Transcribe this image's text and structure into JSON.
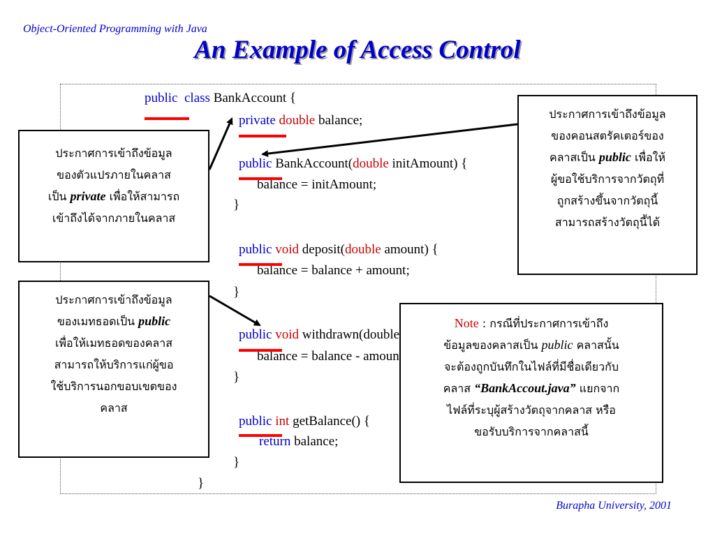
{
  "header": "Object-Oriented Programming with Java",
  "title": "An Example of Access Control",
  "footer": "Burapha University, 2001",
  "code": {
    "l1": {
      "kw1": "public",
      "kw2": "class",
      "rest": " BankAccount {"
    },
    "l2": {
      "kw": "private",
      "ty": "double",
      "rest": " balance;"
    },
    "l3": {
      "kw": "public",
      "rest1": " BankAccount(",
      "ty": "double",
      "rest2": " initAmount) {"
    },
    "l4": "balance = initAmount;",
    "l5": "}",
    "l6": {
      "kw": "public",
      "ty1": "void",
      "rest1": " deposit(",
      "ty2": "double",
      "rest2": " amount) {"
    },
    "l7": "balance = balance + amount;",
    "l8": "}",
    "l9": {
      "kw": "public",
      "ty": "void",
      "rest": " withdrawn(double amount) {"
    },
    "l10": "balance = balance - amount;",
    "l11": "}",
    "l12": {
      "kw": "public",
      "ty": "int",
      "rest": " getBalance() {"
    },
    "l13": {
      "kw": "return",
      "rest": " balance;"
    },
    "l14": "}",
    "l15": "}"
  },
  "callouts": {
    "private_var": {
      "line1": "ประกาศการเข้าถึงข้อมูล",
      "line2": "ของตัวแปรภายในคลาส",
      "line3_pre": "เป็น",
      "line3_kw": "private",
      "line3_post": "เพื่อให้สามารถ",
      "line4": "เข้าถึงได้จากภายในคลาส"
    },
    "public_method": {
      "line1": "ประกาศการเข้าถึงข้อมูล",
      "line2_pre": "ของเมทธอดเป็น",
      "line2_kw": "public",
      "line3": "เพื่อให้เมทธอดของคลาส",
      "line4": "สามารถให้บริการแก่ผู้ขอ",
      "line5": "ใช้บริการนอกขอบเขตของ",
      "line6": "คลาส"
    },
    "public_ctor": {
      "line1": "ประกาศการเข้าถึงข้อมูล",
      "line2": "ของคอนสตรัคเตอร์ของ",
      "line3_pre": "คลาสเป็น",
      "line3_kw": "public",
      "line3_post": "เพื่อให้",
      "line4": "ผู้ขอใช้บริการจากวัตถุที่",
      "line5": "ถูกสร้างขึ้นจากวัตถุนี้",
      "line6": "สามารถสร้างวัตถุนี้ได้"
    },
    "note": {
      "label": "Note",
      "line1_post": " : กรณีที่ประกาศการเข้าถึง",
      "line2_pre": "ข้อมูลของคลาสเป็น",
      "line2_kw": "public",
      "line2_post": "คลาสนั้น",
      "line3": "จะต้องถูกบันทึกในไฟล์ที่มีชื่อเดียวกับ",
      "line4_pre": "คลาส",
      "line4_kw": "“BankAccout.java”",
      "line4_post": "แยกจาก",
      "line5": "ไฟล์ที่ระบุผู้สร้างวัตถุจากคลาส หรือ",
      "line6": "ขอรับบริการจากคลาสนี้"
    }
  },
  "colors": {
    "title": "#0000cc",
    "keyword": "#0000cc",
    "type": "#cc0000",
    "underline": "#ff0000"
  }
}
